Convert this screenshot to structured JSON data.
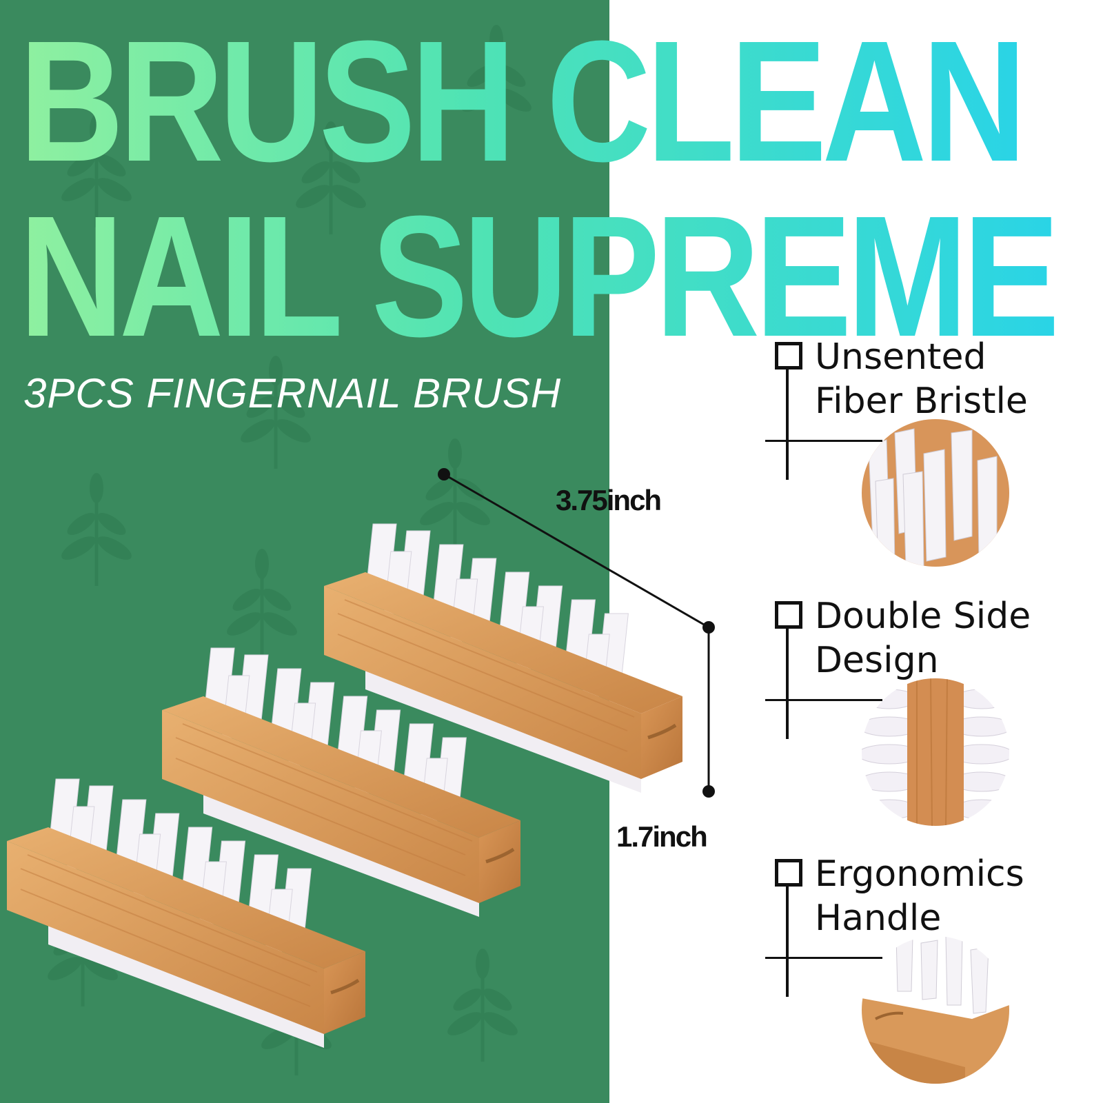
{
  "headline": {
    "line1": "BRUSH CLEAN",
    "line2": "NAIL SUPREME"
  },
  "subtitle": "3PCS FINGERNAIL BRUSH",
  "dimensions": {
    "length": "3.75inch",
    "height": "1.7inch"
  },
  "features": [
    {
      "line1": "Unsented",
      "line2": "Fiber Bristle"
    },
    {
      "line1": "Double Side",
      "line2": "Design"
    },
    {
      "line1": "Ergonomics",
      "line2": "Handle"
    }
  ],
  "colors": {
    "panel_green": "#3a8a5e",
    "headline_gradient_start": "#8ff0a0",
    "headline_gradient_end": "#2ad4e6",
    "wood": "#d9995a",
    "bristle": "#f4f2f6"
  },
  "product_count": 3
}
